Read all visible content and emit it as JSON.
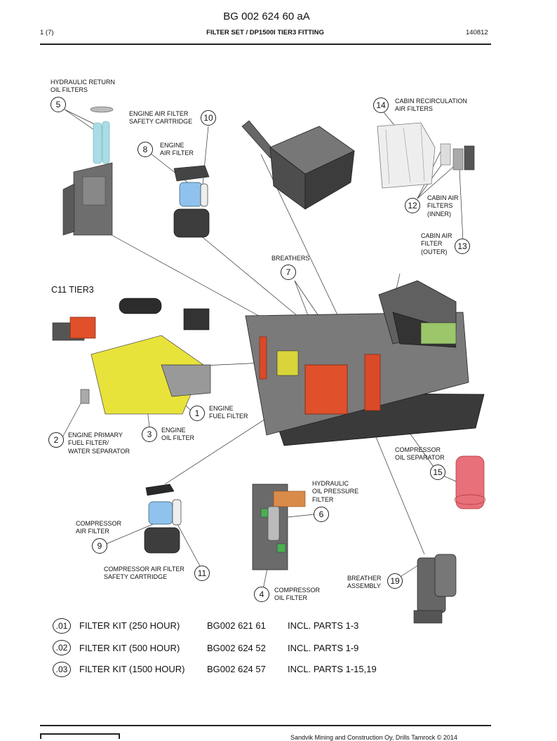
{
  "header": {
    "doc_id": "BG 002 624 60 aA",
    "page": "1 (7)",
    "title": "FILTER SET / DP1500I TIER3 FITTING",
    "date": "140812"
  },
  "diagram": {
    "engine_title": "C11 TIER3",
    "callouts": [
      {
        "num": "1",
        "label": [
          "ENGINE",
          "FUEL FILTER"
        ]
      },
      {
        "num": "2",
        "label": [
          "ENGINE PRIMARY",
          "FUEL FILTER/",
          "WATER SEPARATOR"
        ]
      },
      {
        "num": "3",
        "label": [
          "ENGINE",
          "OIL FILTER"
        ]
      },
      {
        "num": "4",
        "label": [
          "COMPRESSOR",
          "OIL FILTER"
        ]
      },
      {
        "num": "5",
        "label": [
          "HYDRAULIC RETURN",
          "OIL FILTERS"
        ]
      },
      {
        "num": "6",
        "label": [
          "HYDRAULIC",
          "OIL PRESSURE",
          "FILTER"
        ]
      },
      {
        "num": "7",
        "label": [
          "BREATHERS"
        ]
      },
      {
        "num": "8",
        "label": [
          "ENGINE",
          "AIR FILTER"
        ]
      },
      {
        "num": "9",
        "label": [
          "COMPRESSOR",
          "AIR FILTER"
        ]
      },
      {
        "num": "10",
        "label": [
          "ENGINE AIR FILTER",
          "SAFETY CARTRIDGE"
        ]
      },
      {
        "num": "11",
        "label": [
          "COMPRESSOR AIR FILTER",
          "SAFETY CARTRIDGE"
        ]
      },
      {
        "num": "12",
        "label": [
          "CABIN AIR",
          "FILTERS",
          "(INNER)"
        ]
      },
      {
        "num": "13",
        "label": [
          "CABIN AIR",
          "FILTER",
          "(OUTER)"
        ]
      },
      {
        "num": "14",
        "label": [
          "CABIN RECIRCULATION",
          "AIR FILTERS"
        ]
      },
      {
        "num": "15",
        "label": [
          "COMPRESSOR",
          "OIL SEPARATOR"
        ]
      },
      {
        "num": "19",
        "label": [
          "BREATHER",
          "ASSEMBLY"
        ]
      }
    ]
  },
  "kits": [
    {
      "code": ".01",
      "name": "FILTER KIT (250 HOUR)",
      "part": "BG002 621 61",
      "includes": "INCL. PARTS 1-3"
    },
    {
      "code": ".02",
      "name": "FILTER KIT (500 HOUR)",
      "part": "BG002 624 52",
      "includes": "INCL. PARTS 1-9"
    },
    {
      "code": ".03",
      "name": "FILTER KIT (1500 HOUR)",
      "part": "BG002 624 57",
      "includes": "INCL. PARTS 1-15,19"
    }
  ],
  "footer": {
    "text": "Sandvik Mining and Construction Oy, Drills Tamrock © 2014"
  },
  "colors": {
    "engine_yellow": "#e8e33a",
    "orange_part": "#e0502a",
    "filter_blue": "#8fc3ee",
    "machine_grey": "#5a5a5a",
    "hyd_cyan": "#a9dde6",
    "separator_red": "#e8707a"
  }
}
